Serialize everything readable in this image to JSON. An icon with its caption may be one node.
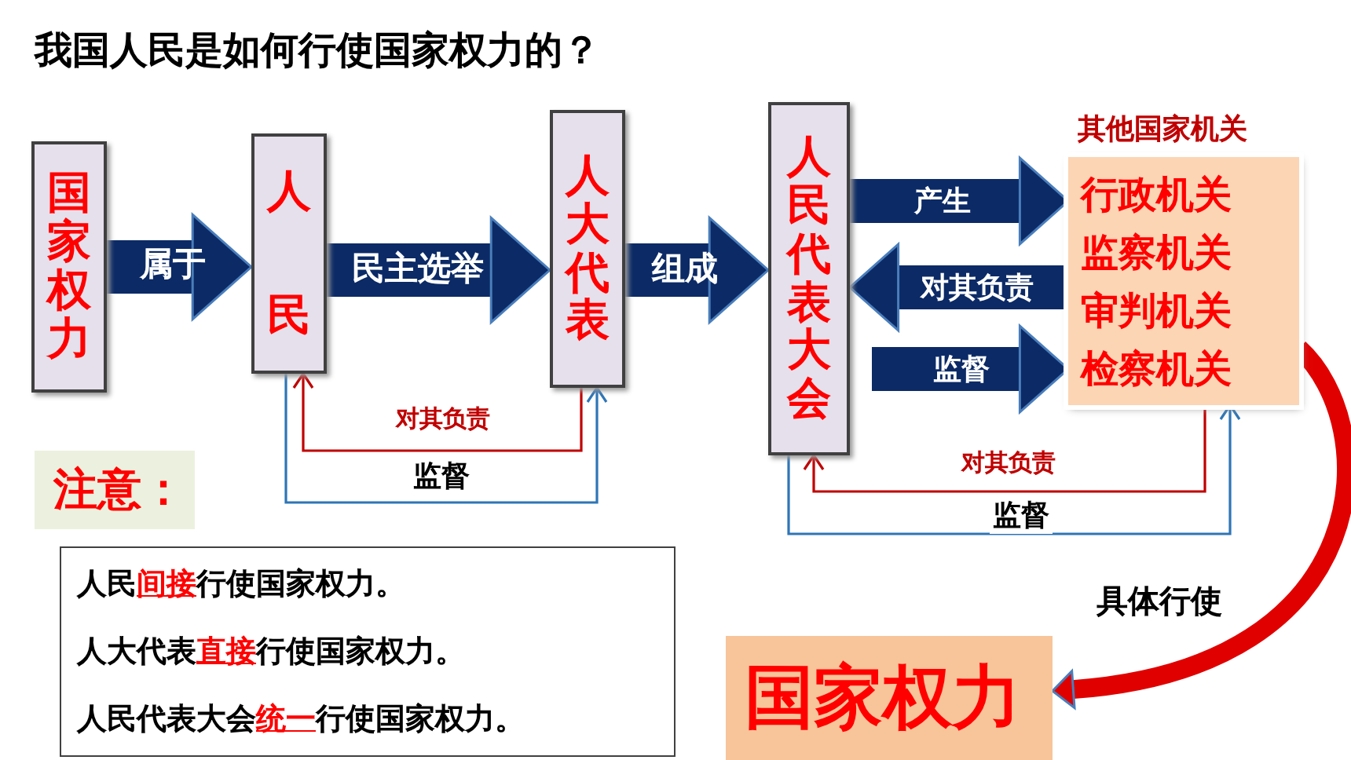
{
  "diagram": {
    "title": "我国人民是如何行使国家权力的？",
    "nodes": [
      {
        "text": [
          "国家权力"
        ]
      },
      {
        "text": [
          "人民"
        ]
      },
      {
        "text": [
          "人大代表"
        ]
      },
      {
        "text": [
          "人民代表大会"
        ]
      },
      {
        "text": [
          "其他国家机关",
          "行政机关",
          "监察机关",
          "审判机关",
          "检察机关"
        ]
      },
      {
        "text": [
          "注意："
        ]
      },
      {
        "text": [
          "人民**间接**行使国家权力。",
          "人大代表**直接**行使国家权力。",
          "人民代表大会**统一**行使国家权力。"
        ]
      },
      {
        "text": [
          "国家权力"
        ]
      }
    ],
    "edges": [
      {
        "from": 0,
        "to": 1,
        "arrow": "to",
        "label": "属于"
      },
      {
        "from": 1,
        "to": 2,
        "arrow": "to",
        "label": "民主选举"
      },
      {
        "from": 2,
        "to": 3,
        "arrow": "to",
        "label": "组成"
      },
      {
        "from": 3,
        "to": 4,
        "arrow": "to",
        "label": "产生"
      },
      {
        "from": 4,
        "to": 3,
        "arrow": "to",
        "label": "对其负责"
      },
      {
        "from": 3,
        "to": 4,
        "arrow": "to",
        "label": "监督"
      },
      {
        "from": 2,
        "to": 1,
        "arrow": "to",
        "label": "对其负责",
        "color": "#c00000"
      },
      {
        "from": 1,
        "to": 2,
        "arrow": "to",
        "label": "监督",
        "color": "#2e75b6"
      },
      {
        "from": 4,
        "to": 3,
        "arrow": "to",
        "label": "对其负责",
        "color": "#c00000"
      },
      {
        "from": 3,
        "to": 4,
        "arrow": "to",
        "label": "监督",
        "color": "#2e75b6"
      },
      {
        "from": 4,
        "to": 7,
        "arrow": "to",
        "label": "具体行使",
        "color": "#e00000"
      }
    ]
  }
}
